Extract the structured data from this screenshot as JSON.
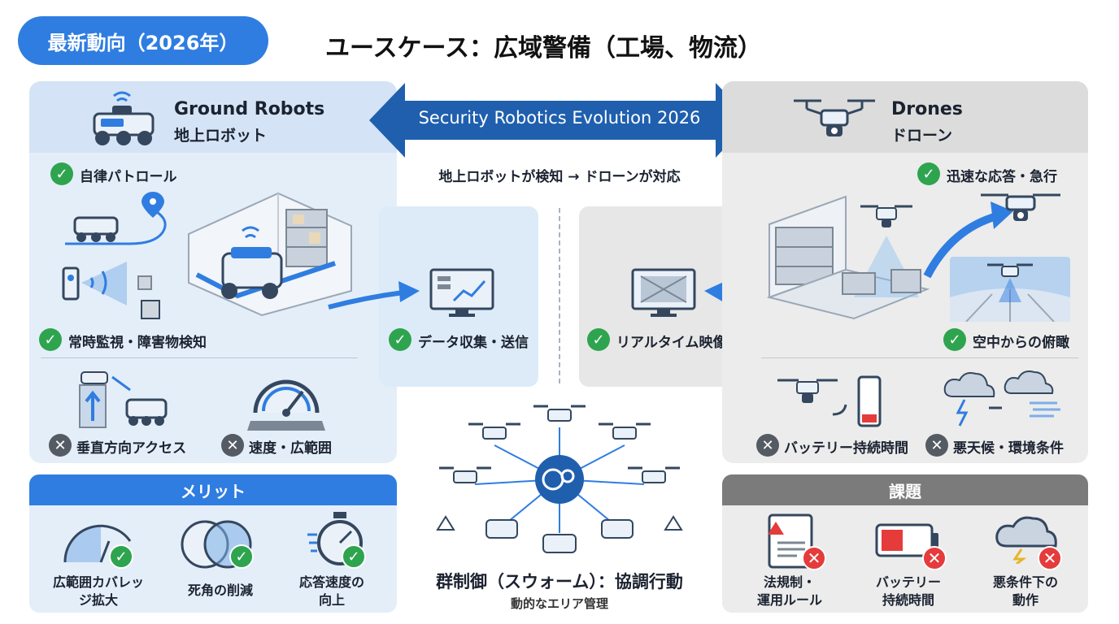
{
  "header": {
    "badge": "最新動向（2026年）",
    "title": "ユースケース：広域警備（工場、物流）"
  },
  "banner": {
    "label": "Security Robotics Evolution 2026",
    "flow": "地上ロボットが検知 → ドローンが対応"
  },
  "ground": {
    "title": "Ground Robots",
    "subtitle": "地上ロボット",
    "patrol": "自律パトロール",
    "monitor": "常時監視・障害物検知",
    "vertical": "垂直方向アクセス",
    "speed": "速度・広範囲"
  },
  "drones": {
    "title": "Drones",
    "subtitle": "ドローン",
    "response": "迅速な応答・急行",
    "aerial": "空中からの俯瞰",
    "battery": "バッテリー持続時間",
    "weather": "悪天候・環境条件"
  },
  "center": {
    "data_collect": "データ収集・送信",
    "realtime": "リアルタイム映像"
  },
  "swarm": {
    "title": "群制御（スウォーム）：協調行動",
    "subtitle": "動的なエリア管理"
  },
  "merits": {
    "title": "メリット",
    "items": [
      {
        "line1": "広範囲カバレッ",
        "line2": "ジ拡大"
      },
      {
        "line1": "死角の削減",
        "line2": ""
      },
      {
        "line1": "応答速度の",
        "line2": "向上"
      }
    ]
  },
  "issues": {
    "title": "課題",
    "items": [
      {
        "line1": "法規制・",
        "line2": "運用ルール"
      },
      {
        "line1": "バッテリー",
        "line2": "持続時間"
      },
      {
        "line1": "悪条件下の",
        "line2": "動作"
      }
    ]
  },
  "colors": {
    "accent_blue": "#2f7de1",
    "banner_blue": "#1f5fae",
    "check_green": "#2ea44f",
    "cross_gray": "#555b63",
    "alert_red": "#e53b3b"
  }
}
